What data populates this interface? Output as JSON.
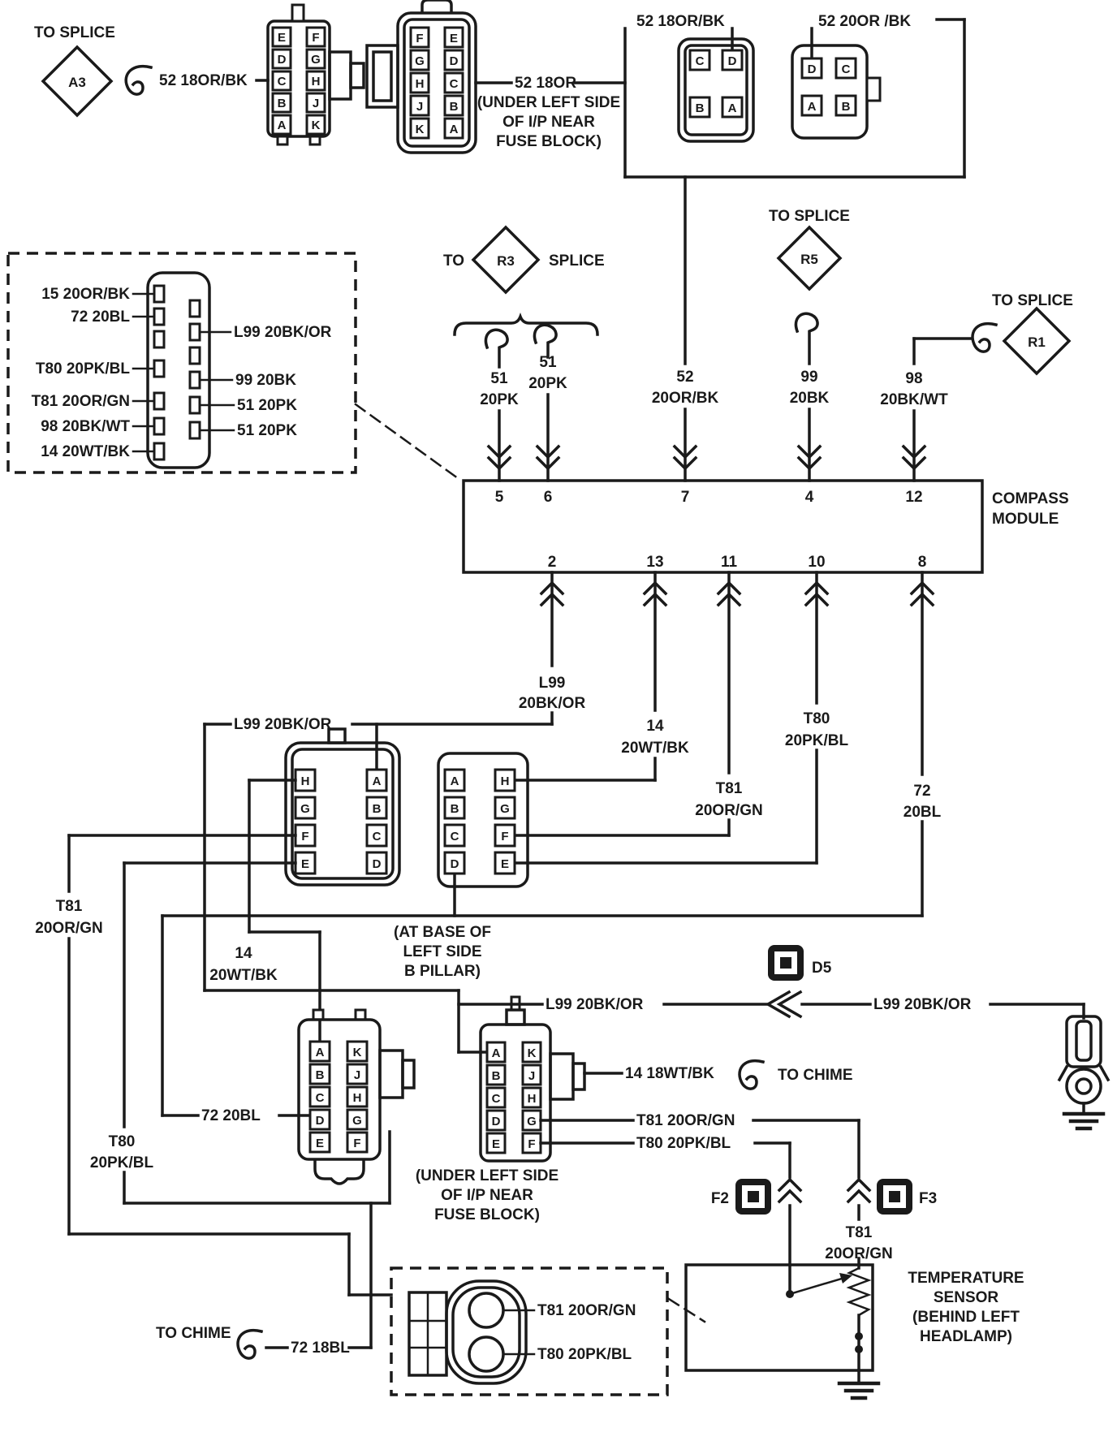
{
  "colors": {
    "ink": "#1a1a1a",
    "background": "#ffffff"
  },
  "diagram": {
    "splice_a3": {
      "caption": "TO SPLICE",
      "id": "A3",
      "wire_label": "52 18OR/BK"
    },
    "conn_tl1": {
      "left": [
        "E",
        "D",
        "C",
        "B",
        "A"
      ],
      "right": [
        "F",
        "G",
        "H",
        "J",
        "K"
      ]
    },
    "conn_tl2": {
      "left": [
        "F",
        "G",
        "H",
        "J",
        "K"
      ],
      "right": [
        "E",
        "D",
        "C",
        "B",
        "A"
      ]
    },
    "wire_52_18or": {
      "label": "52 18OR",
      "caption": [
        "(UNDER LEFT SIDE",
        "OF I/P NEAR",
        "FUSE BLOCK)"
      ]
    },
    "wire_52_18orbk_top": "52 18OR/BK",
    "wire_52_20orbk_top": "52 20OR /BK",
    "conn_quad1": {
      "tl": "C",
      "tr": "D",
      "bl": "B",
      "br": "A"
    },
    "conn_quad2": {
      "tl": "D",
      "tr": "C",
      "bl": "A",
      "br": "B"
    },
    "breakout_box": {
      "left_labels": [
        "15 20OR/BK",
        "72 20BL",
        "T80 20PK/BL",
        "T81 20OR/GN",
        "98 20BK/WT",
        "14 20WT/BK"
      ],
      "right_labels": [
        "L99 20BK/OR",
        "99 20BK",
        "51 20PK",
        "51 20PK"
      ]
    },
    "splice_r3": {
      "to": "TO",
      "id": "R3",
      "caption": "SPLICE",
      "wire1": [
        "51",
        "20PK"
      ],
      "wire2": [
        "51",
        "20PK"
      ]
    },
    "splice_r5": {
      "caption": "TO SPLICE",
      "id": "R5",
      "wire": [
        "99",
        "20BK"
      ]
    },
    "splice_r1": {
      "caption": "TO SPLICE",
      "id": "R1",
      "wire": [
        "98",
        "20BK/WT"
      ]
    },
    "wire_pin7": [
      "52",
      "20OR/BK"
    ],
    "module": {
      "title": [
        "COMPASS",
        "MODULE"
      ],
      "top_pins": [
        "5",
        "6",
        "7",
        "4",
        "12"
      ],
      "bottom_pins": [
        "2",
        "13",
        "11",
        "10",
        "8"
      ]
    },
    "wire_pin2": [
      "L99",
      "20BK/OR"
    ],
    "wire_pin13": [
      "14",
      "20WT/BK"
    ],
    "wire_pin11": [
      "T81",
      "20OR/GN"
    ],
    "wire_pin10": [
      "T80",
      "20PK/BL"
    ],
    "wire_pin8": [
      "72",
      "20BL"
    ],
    "conn_ml1": {
      "left": [
        "H",
        "G",
        "F",
        "E"
      ],
      "right": [
        "A",
        "B",
        "C",
        "D"
      ]
    },
    "conn_ml2": {
      "left": [
        "A",
        "B",
        "C",
        "D"
      ],
      "right": [
        "H",
        "G",
        "F",
        "E"
      ],
      "caption": [
        "(AT BASE OF",
        "LEFT SIDE",
        "B PILLAR)"
      ]
    },
    "label_l99_mid": "L99 20BK/OR",
    "label_t81_left": [
      "T81",
      "20OR/GN"
    ],
    "label_t80_left": [
      "T80",
      "20PK/BL"
    ],
    "label_14_left": [
      "14",
      "20WT/BK"
    ],
    "label_72_bl1": "72 20BL",
    "conn_bl1": {
      "left": [
        "A",
        "B",
        "C",
        "D",
        "E"
      ],
      "right": [
        "K",
        "J",
        "H",
        "G",
        "F"
      ]
    },
    "conn_bm1": {
      "left": [
        "A",
        "B",
        "C",
        "D",
        "E"
      ],
      "right": [
        "K",
        "J",
        "H",
        "G",
        "F"
      ],
      "caption": [
        "(UNDER LEFT SIDE",
        "OF I/P NEAR",
        "FUSE BLOCK)"
      ]
    },
    "wire_l99_d5_left": "L99 20BK/OR",
    "conn_d5": "D5",
    "wire_l99_d5_right": "L99 20BK/OR",
    "wire_14_chime": {
      "label": "14 18WT/BK",
      "caption": "TO CHIME"
    },
    "wire_t81_g": "T81 20OR/GN",
    "wire_t80_f": "T80 20PK/BL",
    "conn_f2": "F2",
    "conn_f3": "F3",
    "wire_t81_f3": [
      "T81",
      "20OR/GN"
    ],
    "chime_bottom": {
      "caption": "TO CHIME",
      "label": "72 18BL"
    },
    "sensor_conn": {
      "wire1": "T81 20OR/GN",
      "wire2": "T80 20PK/BL"
    },
    "temp_sensor": {
      "caption": [
        "TEMPERATURE",
        "SENSOR",
        "(BEHIND LEFT",
        "HEADLAMP)"
      ]
    }
  }
}
